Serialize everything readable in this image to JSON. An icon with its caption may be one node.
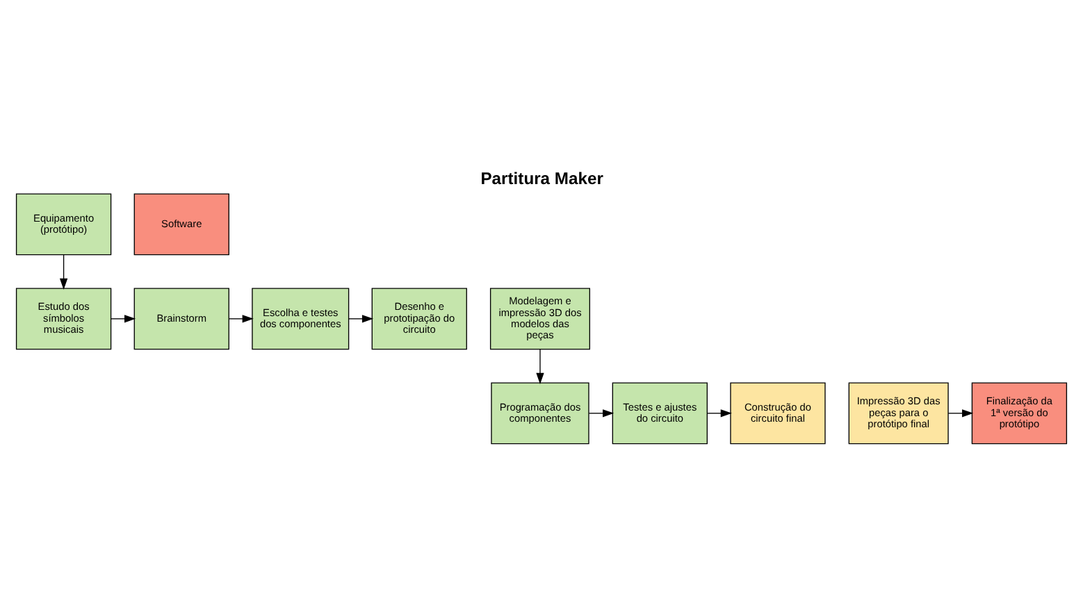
{
  "diagram": {
    "title": "Partitura Maker",
    "nodes": [
      {
        "text": [
          "Equipamento (protótipo)"
        ]
      },
      {
        "text": [
          "Software"
        ]
      },
      {
        "text": [
          "Estudo dos símbolos musicais"
        ]
      },
      {
        "text": [
          "Brainstorm"
        ]
      },
      {
        "text": [
          "Escolha e testes dos componentes"
        ]
      },
      {
        "text": [
          "Desenho e prototipação do circuito"
        ]
      },
      {
        "text": [
          "Modelagem e impressão 3D dos modelos das peças"
        ]
      },
      {
        "text": [
          "Programação dos componentes"
        ]
      },
      {
        "text": [
          "Testes e ajustes do circuito"
        ]
      },
      {
        "text": [
          "Construção do circuito final"
        ]
      },
      {
        "text": [
          "Impressão 3D das peças para o protótipo final"
        ]
      },
      {
        "text": [
          "Finalização da 1ª versão do protótipo"
        ]
      }
    ],
    "edges": [
      {
        "from": 0,
        "to": 2,
        "arrow": "to"
      },
      {
        "from": 2,
        "to": 3,
        "arrow": "to"
      },
      {
        "from": 3,
        "to": 4,
        "arrow": "to"
      },
      {
        "from": 4,
        "to": 5,
        "arrow": "to"
      },
      {
        "from": 6,
        "to": 7,
        "arrow": "to"
      },
      {
        "from": 7,
        "to": 8,
        "arrow": "to"
      },
      {
        "from": 8,
        "to": 9,
        "arrow": "to"
      },
      {
        "from": 10,
        "to": 11,
        "arrow": "to"
      }
    ]
  }
}
